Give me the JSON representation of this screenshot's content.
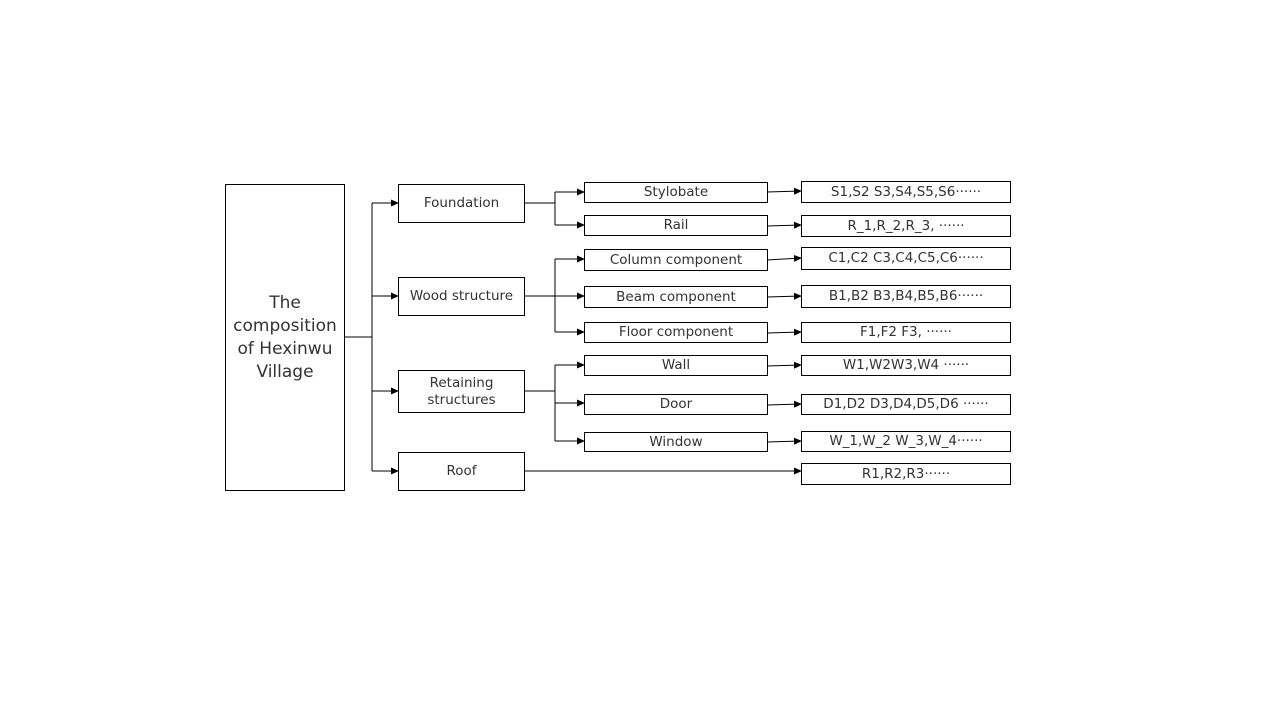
{
  "diagram": {
    "root": "The composition of Hexinwu Village",
    "categories": {
      "foundation": "Foundation",
      "wood": "Wood structure",
      "retaining": "Retaining structures",
      "roof": "Roof"
    },
    "components": {
      "stylobate": "Stylobate",
      "rail": "Rail",
      "column": "Column component",
      "beam": "Beam component",
      "floor": "Floor component",
      "wall": "Wall",
      "door": "Door",
      "window": "Window"
    },
    "codes": {
      "stylobate": "S1,S2 S3,S4,S5,S6······",
      "rail": "R_1,R_2,R_3, ······",
      "column": "C1,C2 C3,C4,C5,C6······",
      "beam": "B1,B2 B3,B4,B5,B6······",
      "floor": "F1,F2 F3, ······",
      "wall": "W1,W2W3,W4 ······",
      "door": "D1,D2 D3,D4,D5,D6 ······",
      "window": "W_1,W_2 W_3,W_4······",
      "roof": "R1,R2,R3······"
    }
  }
}
